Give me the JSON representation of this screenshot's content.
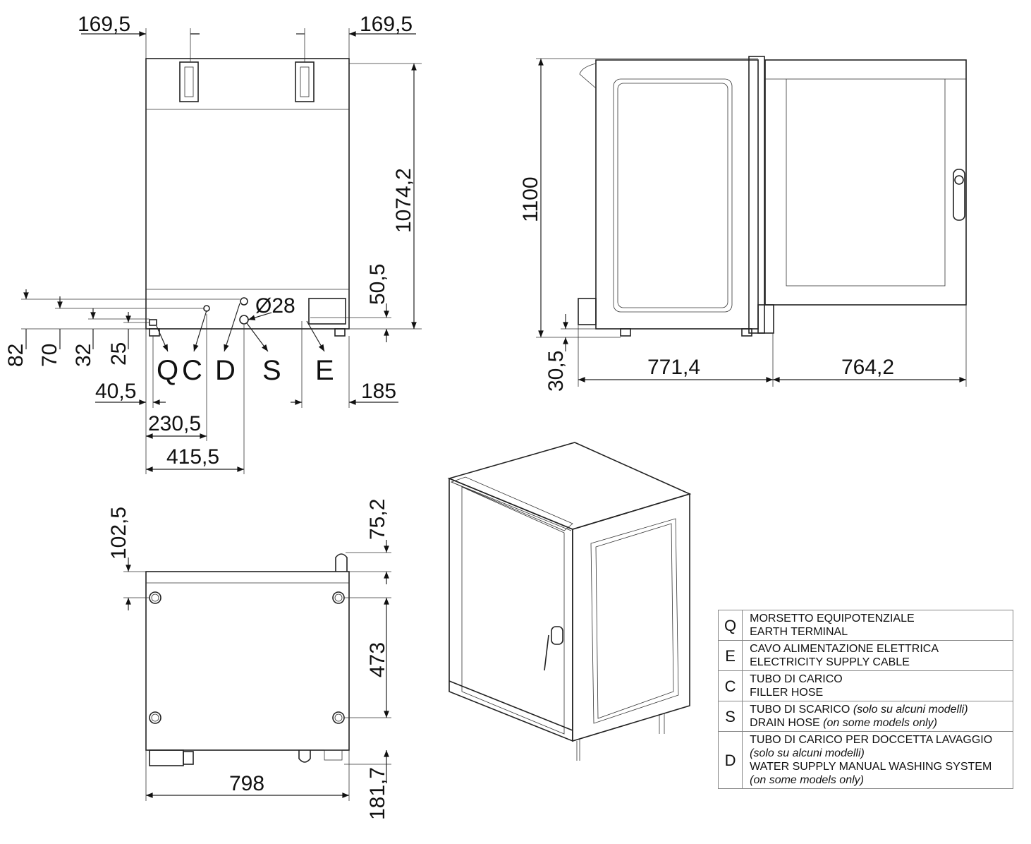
{
  "rear_view": {
    "dims": {
      "top_left": "169,5",
      "top_right": "169,5",
      "height": "1074,2",
      "bottom_offset": "50,5",
      "diameter": "Ø28",
      "h82": "82",
      "h70": "70",
      "h32": "32",
      "h25": "25",
      "w40": "40,5",
      "w185": "185",
      "w230": "230,5",
      "w415": "415,5"
    },
    "letters": [
      "Q",
      "C",
      "D",
      "S",
      "E"
    ]
  },
  "side_view": {
    "dims": {
      "height": "1100",
      "foot": "30,5",
      "depth": "771,4",
      "door": "764,2"
    }
  },
  "top_view": {
    "dims": {
      "d102": "102,5",
      "d75": "75,2",
      "d473": "473",
      "d181": "181,7",
      "width": "798"
    }
  },
  "legend": [
    {
      "key": "Q",
      "it": "MORSETTO EQUIPOTENZIALE",
      "en": "EARTH TERMINAL"
    },
    {
      "key": "E",
      "it": "CAVO ALIMENTAZIONE ELETTRICA",
      "en": "ELECTRICITY SUPPLY CABLE"
    },
    {
      "key": "C",
      "it": "TUBO DI CARICO",
      "en": "FILLER HOSE"
    },
    {
      "key": "S",
      "it": "TUBO DI SCARICO",
      "it_note": "(solo su alcuni modelli)",
      "en": "DRAIN HOSE",
      "en_note": "(on some models only)"
    },
    {
      "key": "D",
      "it": "TUBO DI CARICO PER DOCCETTA LAVAGGIO",
      "it_note": "(solo su alcuni modelli)",
      "en": "WATER SUPPLY MANUAL WASHING SYSTEM",
      "en_note": "(on some models only)"
    }
  ]
}
